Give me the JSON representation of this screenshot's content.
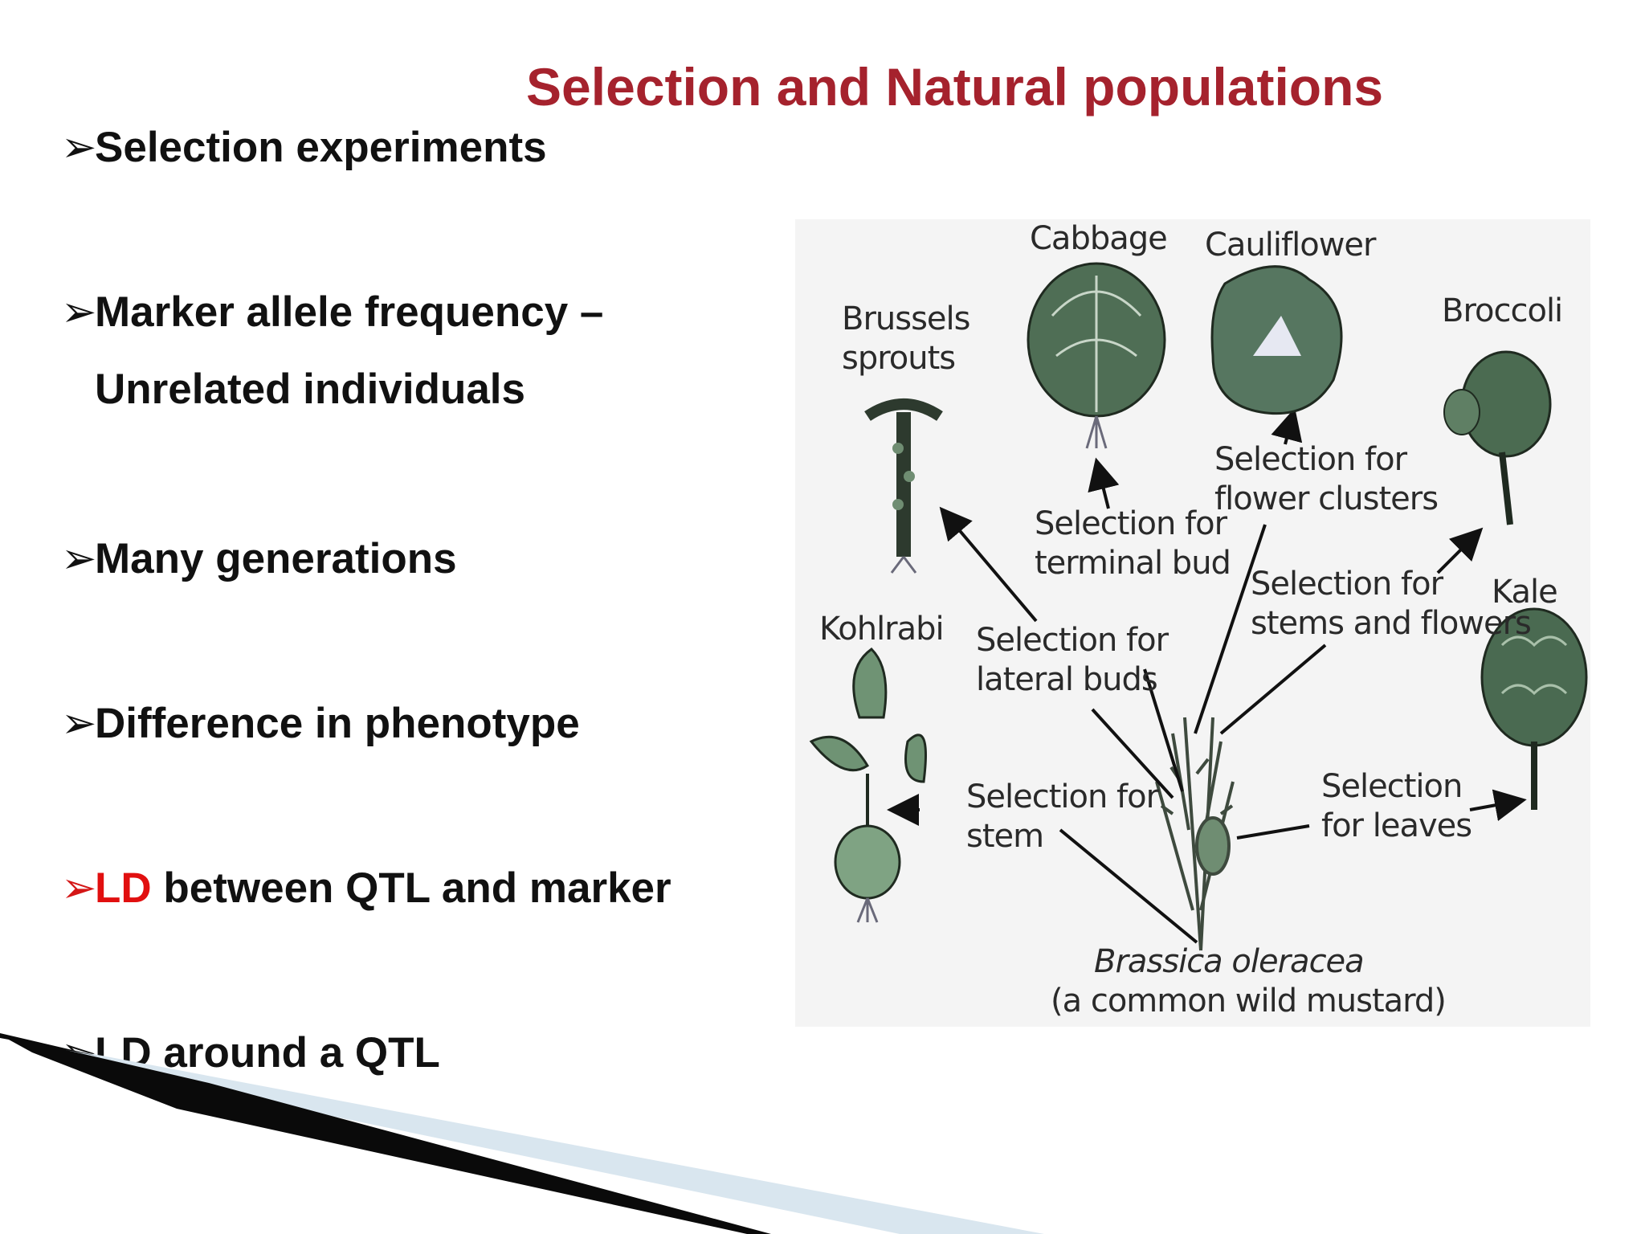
{
  "slide": {
    "title": "Selection and Natural populations",
    "bullets": [
      {
        "text": "Selection experiments"
      },
      {
        "text": "Marker allele frequency –",
        "continuation": "Unrelated individuals"
      },
      {
        "text": "Many generations"
      },
      {
        "text": "Difference in phenotype"
      },
      {
        "highlight": "LD",
        "text": " between QTL and marker"
      },
      {
        "text": "LD around a QTL"
      }
    ],
    "colors": {
      "title": "#a5222d",
      "highlight": "#e10f0f",
      "text": "#111111"
    }
  },
  "figure": {
    "plants": {
      "cabbage": "Cabbage",
      "cauliflower": "Cauliflower",
      "broccoli": "Broccoli",
      "brussels_line1": "Brussels",
      "brussels_line2": "sprouts",
      "kohlrabi": "Kohlrabi",
      "kale": "Kale"
    },
    "selections": {
      "flower_clusters_1": "Selection for",
      "flower_clusters_2": "flower clusters",
      "terminal_bud_1": "Selection for",
      "terminal_bud_2": "terminal bud",
      "stems_flowers_1": "Selection for",
      "stems_flowers_2": "stems and flowers",
      "lateral_buds_1": "Selection for",
      "lateral_buds_2": "lateral buds",
      "stem_1": "Selection for",
      "stem_2": "stem",
      "leaves_1": "Selection",
      "leaves_2": "for leaves"
    },
    "origin": {
      "species": "Brassica oleracea",
      "common": "(a common wild mustard)"
    }
  }
}
